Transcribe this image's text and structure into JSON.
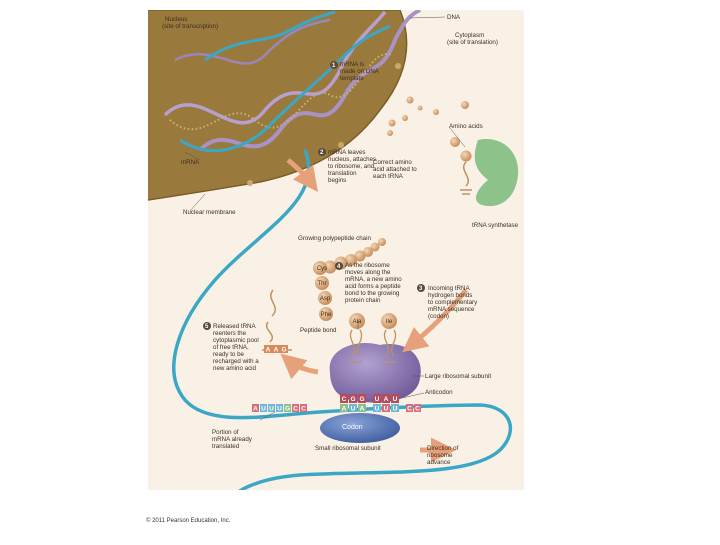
{
  "labels": {
    "nucleus": [
      "Nucleus",
      "(site of transcription)"
    ],
    "dna": "DNA",
    "cytoplasm": [
      "Cytoplasm",
      "(site of translation)"
    ],
    "mrna": "mRNA",
    "nuclear_membrane": "Nuclear membrane",
    "amino_acids": "Amino acids",
    "trna_synthetase": "tRNA synthetase",
    "growing_chain": "Growing polypeptide chain",
    "peptide_bond": "Peptide bond",
    "large_subunit": "Large ribosomal subunit",
    "anticodon": "Anticodon",
    "codon": "Codon",
    "small_subunit": "Small ribosomal subunit",
    "mrna_translated": [
      "Portion of",
      "mRNA already",
      "translated"
    ],
    "direction": [
      "Direction of",
      "ribosome",
      "advance"
    ],
    "amino_attached": [
      "Correct amino",
      "acid attached to",
      "each tRNA"
    ]
  },
  "steps": [
    {
      "num": "1",
      "lines": [
        "mRNA is",
        "made on DNA",
        "template"
      ]
    },
    {
      "num": "2",
      "lines": [
        "mRNA leaves",
        "nucleus, attaches",
        "to ribosome, and",
        "translation",
        "begins"
      ]
    },
    {
      "num": "3",
      "lines": [
        "Incoming tRNA",
        "hydrogen bonds",
        "to complementary",
        "mRNA sequence",
        "(codon)"
      ]
    },
    {
      "num": "4",
      "lines": [
        "As the ribosome",
        "moves along the",
        "mRNA, a new amino",
        "acid forms a peptide",
        "bond to the growing",
        "protein chain"
      ]
    },
    {
      "num": "5",
      "lines": [
        "Released tRNA",
        "reenters the",
        "cytoplasmic pool",
        "of free tRNA,",
        "ready to be",
        "recharged with a",
        "new amino acid"
      ]
    }
  ],
  "amino_acid_names": [
    "Cys",
    "Thr",
    "Asp",
    "Phe",
    "Ala",
    "Ile"
  ],
  "anticodon_bases": [
    "C",
    "G",
    "G",
    "U",
    "A",
    "U"
  ],
  "released_trna_bases": [
    "A",
    "A",
    "G"
  ],
  "mrna_bases": [
    "A",
    "U",
    "U",
    "U",
    "G",
    "C",
    "C",
    "A",
    "U",
    "A",
    "U",
    "U",
    "U",
    "C",
    "C"
  ],
  "colors": {
    "nucleus": "#9a7a3c",
    "cytoplasm": "#faf1e6",
    "mrna": "#3aa7c7",
    "ribosome_large": "#8e79b4",
    "ribosome_small": "#5474b6",
    "amino_acid": "#d6a77a",
    "synthetase": "#8dc28a",
    "arrow": "#e7a17a"
  },
  "copyright": "© 2011 Pearson Education, Inc."
}
